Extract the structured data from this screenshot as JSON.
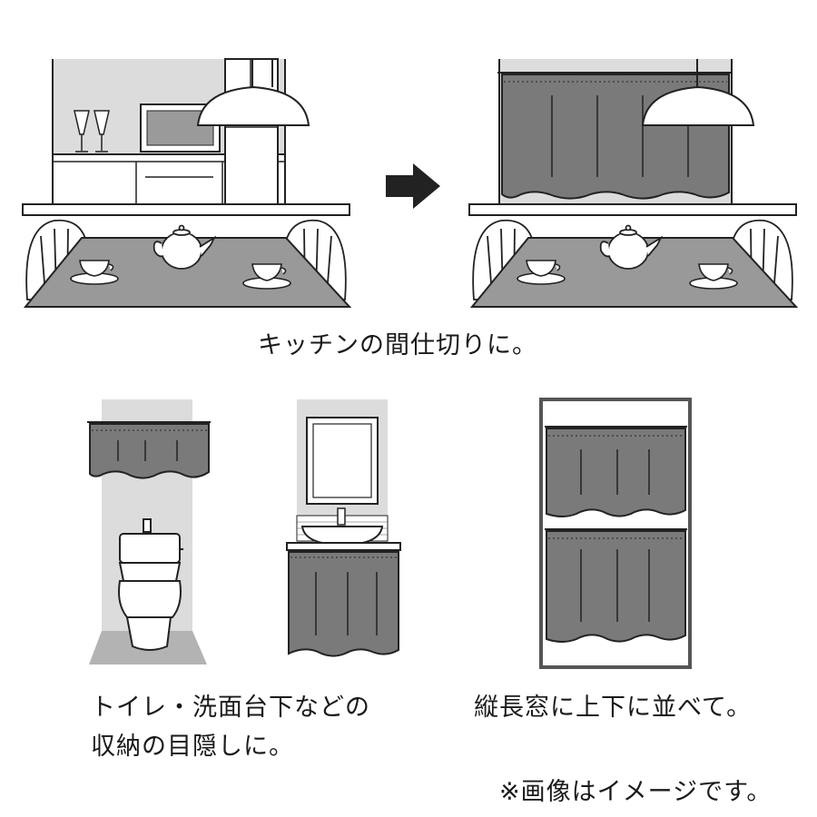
{
  "colors": {
    "line": "#222222",
    "curtain": "#7a7a7a",
    "wall": "#dcdcdc",
    "floor": "#b3b3b3",
    "table": "#999999",
    "white": "#ffffff"
  },
  "captions": {
    "kitchen": "キッチンの間仕切りに。",
    "toilet_line1": "トイレ・洗面台下などの",
    "toilet_line2": "収納の目隠しに。",
    "window": "縦長窓に上下に並べて。",
    "note": "※画像はイメージです。"
  },
  "icons": {
    "arrow": "arrow-right-icon"
  }
}
